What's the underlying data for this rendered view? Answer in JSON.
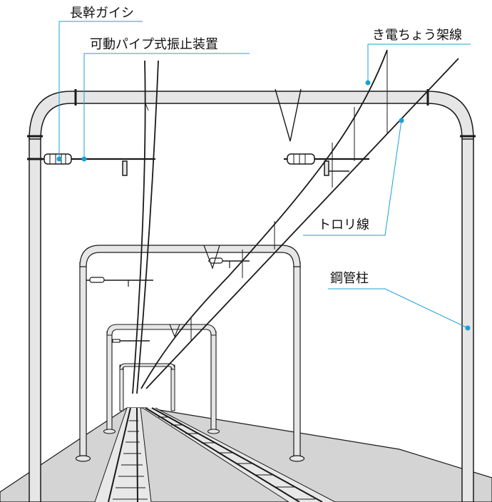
{
  "labels": {
    "insulator": "長幹ガイシ",
    "steady_arm": "可動パイプ式振止装置",
    "messenger_wire": "き電ちょう架線",
    "trolley_wire": "トロリ線",
    "steel_pole": "鋼管柱"
  },
  "colors": {
    "line": "#1a1a1a",
    "leader": "#1aa0d8",
    "pole_fill": "#e6e6e6",
    "ground": "#d4d4d4",
    "background": "#ffffff"
  }
}
